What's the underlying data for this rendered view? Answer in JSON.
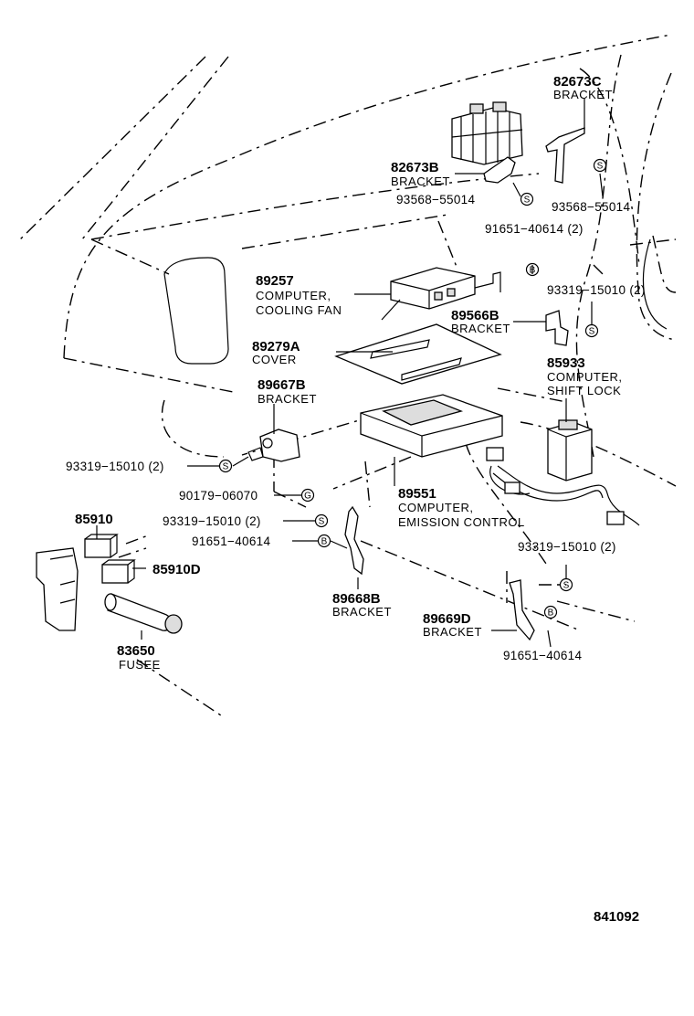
{
  "diagram_id": "841092",
  "parts": {
    "p82673C": {
      "number": "82673C",
      "name": "BRACKET"
    },
    "p82673B": {
      "number": "82673B",
      "name": "BRACKET"
    },
    "p89257": {
      "number": "89257",
      "name1": "COMPUTER,",
      "name2": "COOLING FAN"
    },
    "p89279A": {
      "number": "89279A",
      "name": "COVER"
    },
    "p89566B": {
      "number": "89566B",
      "name": "BRACKET"
    },
    "p85933": {
      "number": "85933",
      "name1": "COMPUTER,",
      "name2": "SHIFT LOCK"
    },
    "p89667B": {
      "number": "89667B",
      "name": "BRACKET"
    },
    "p89551": {
      "number": "89551",
      "name1": "COMPUTER,",
      "name2": "EMISSION CONTROL"
    },
    "p85910": {
      "number": "85910"
    },
    "p85910D": {
      "number": "85910D"
    },
    "p89668B": {
      "number": "89668B",
      "name": "BRACKET"
    },
    "p89669D": {
      "number": "89669D",
      "name": "BRACKET"
    },
    "p83650": {
      "number": "83650",
      "name": "FUSEE"
    }
  },
  "fasteners": {
    "f1": {
      "text": "93568−55014",
      "symbol": "S"
    },
    "f2": {
      "text": "93568−55014",
      "symbol": "S"
    },
    "f3": {
      "text": "91651−40614 (2)",
      "symbol": "B"
    },
    "f4": {
      "text": "93319−15010 (2)",
      "symbol": "S"
    },
    "f5": {
      "text": "93319−15010 (2)",
      "symbol": "S"
    },
    "f6": {
      "text": "90179−06070",
      "symbol": "G"
    },
    "f7": {
      "text": "93319−15010 (2)",
      "symbol": "S"
    },
    "f8": {
      "text": "91651−40614",
      "symbol": "B"
    },
    "f9": {
      "text": "93319−15010 (2)",
      "symbol": "S"
    },
    "f10": {
      "text": "91651−40614",
      "symbol": "B"
    }
  }
}
